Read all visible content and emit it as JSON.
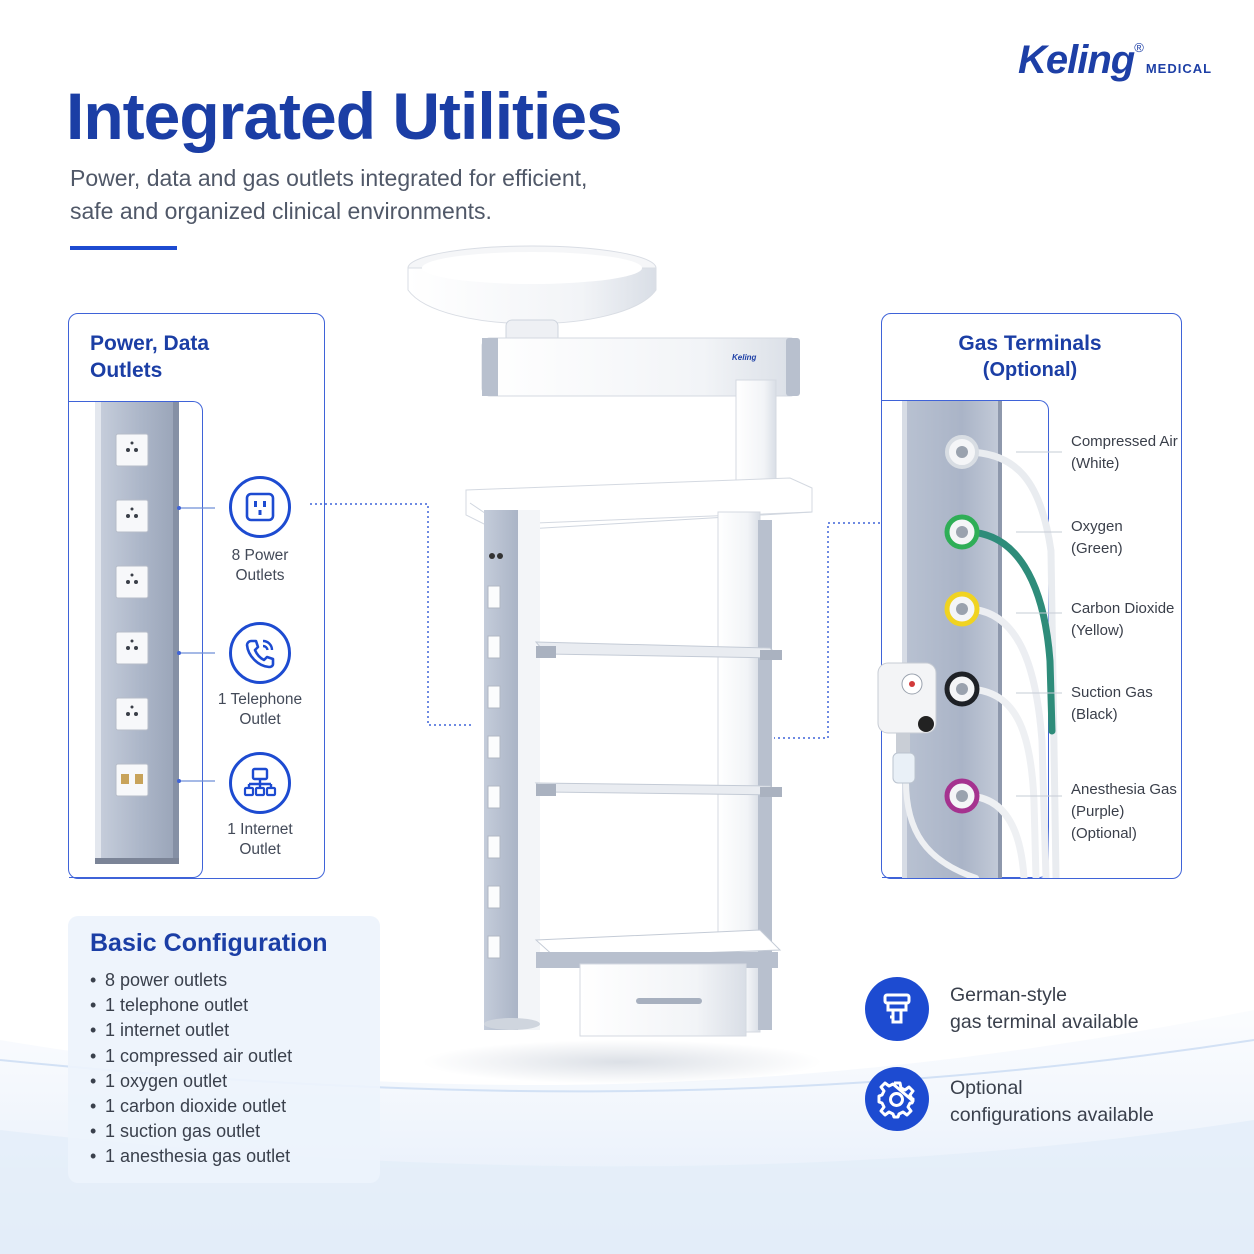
{
  "brand": {
    "name": "Keling",
    "registered": "®",
    "division": "MEDICAL",
    "pendant_label": "Keling"
  },
  "header": {
    "title": "Integrated Utilities",
    "subtitle_line1": "Power, data and gas outlets integrated for efficient,",
    "subtitle_line2": "safe and organized clinical environments."
  },
  "power_panel": {
    "title_line1": "Power, Data",
    "title_line2": "Outlets",
    "items": [
      {
        "icon": "power-outlet-icon",
        "line1": "8 Power",
        "line2": "Outlets"
      },
      {
        "icon": "telephone-icon",
        "line1": "1 Telephone",
        "line2": "Outlet"
      },
      {
        "icon": "network-icon",
        "line1": "1 Internet",
        "line2": "Outlet"
      }
    ]
  },
  "gas_panel": {
    "title": "Gas Terminals",
    "subtitle": "(Optional)",
    "terminals": [
      {
        "name": "Compressed Air",
        "color_name": "(White)",
        "color": "#d8dde3"
      },
      {
        "name": "Oxygen",
        "color_name": "(Green)",
        "color": "#2fae57"
      },
      {
        "name": "Carbon Dioxide",
        "color_name": "(Yellow)",
        "color": "#f0d321"
      },
      {
        "name": "Suction Gas",
        "color_name": "(Black)",
        "color": "#1e2126"
      },
      {
        "name": "Anesthesia Gas",
        "color_name": "(Purple)",
        "extra": "(Optional)",
        "color": "#a5328f"
      }
    ]
  },
  "basic_config": {
    "title": "Basic Configuration",
    "items": [
      "8 power outlets",
      "1 telephone outlet",
      "1 internet outlet",
      "1 compressed air outlet",
      "1 oxygen outlet",
      "1 carbon dioxide outlet",
      "1 suction gas outlet",
      "1 anesthesia gas outlet"
    ]
  },
  "features": [
    {
      "icon": "gas-terminal-icon",
      "line1": "German-style",
      "line2": "gas terminal available"
    },
    {
      "icon": "gear-icon",
      "line1": "Optional",
      "line2": "configurations available"
    }
  ],
  "colors": {
    "primary": "#1b3ea5",
    "accent": "#1d4bd1",
    "panel_border": "#3f63d8",
    "column_gray": "#a9b3c6"
  }
}
